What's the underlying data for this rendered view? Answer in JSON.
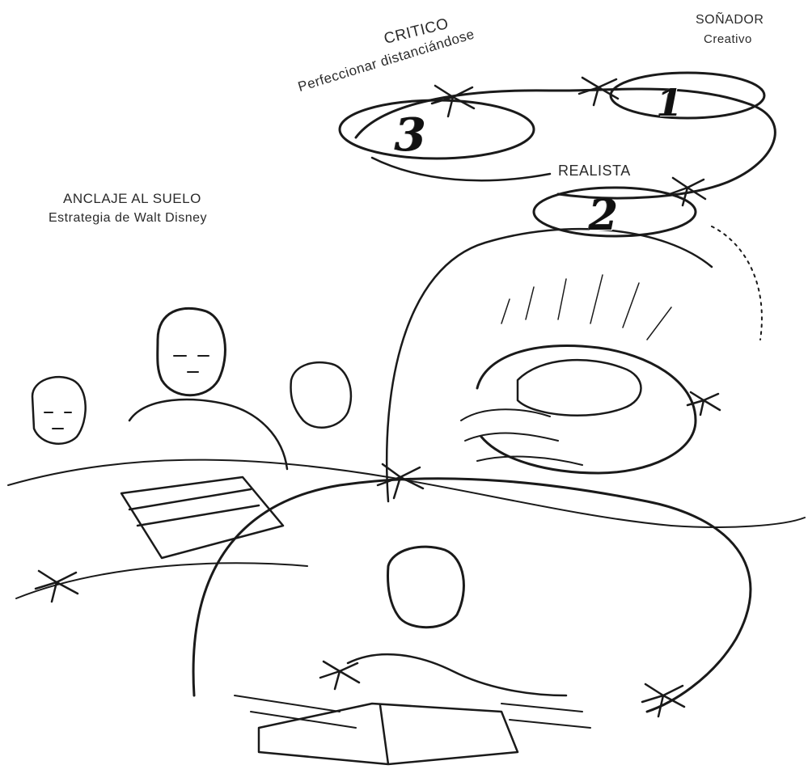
{
  "title": {
    "line1": "ANCLAJE AL SUELO",
    "line2": "Estrategia de Walt Disney"
  },
  "positions": {
    "critic": {
      "name": "CRITICO",
      "subtitle": "Perfeccionar distanciándose",
      "number": "3"
    },
    "dreamer": {
      "name": "SOÑADOR",
      "subtitle": "Creativo",
      "number": "1"
    },
    "realist": {
      "name": "REALISTA",
      "number": "2"
    }
  }
}
